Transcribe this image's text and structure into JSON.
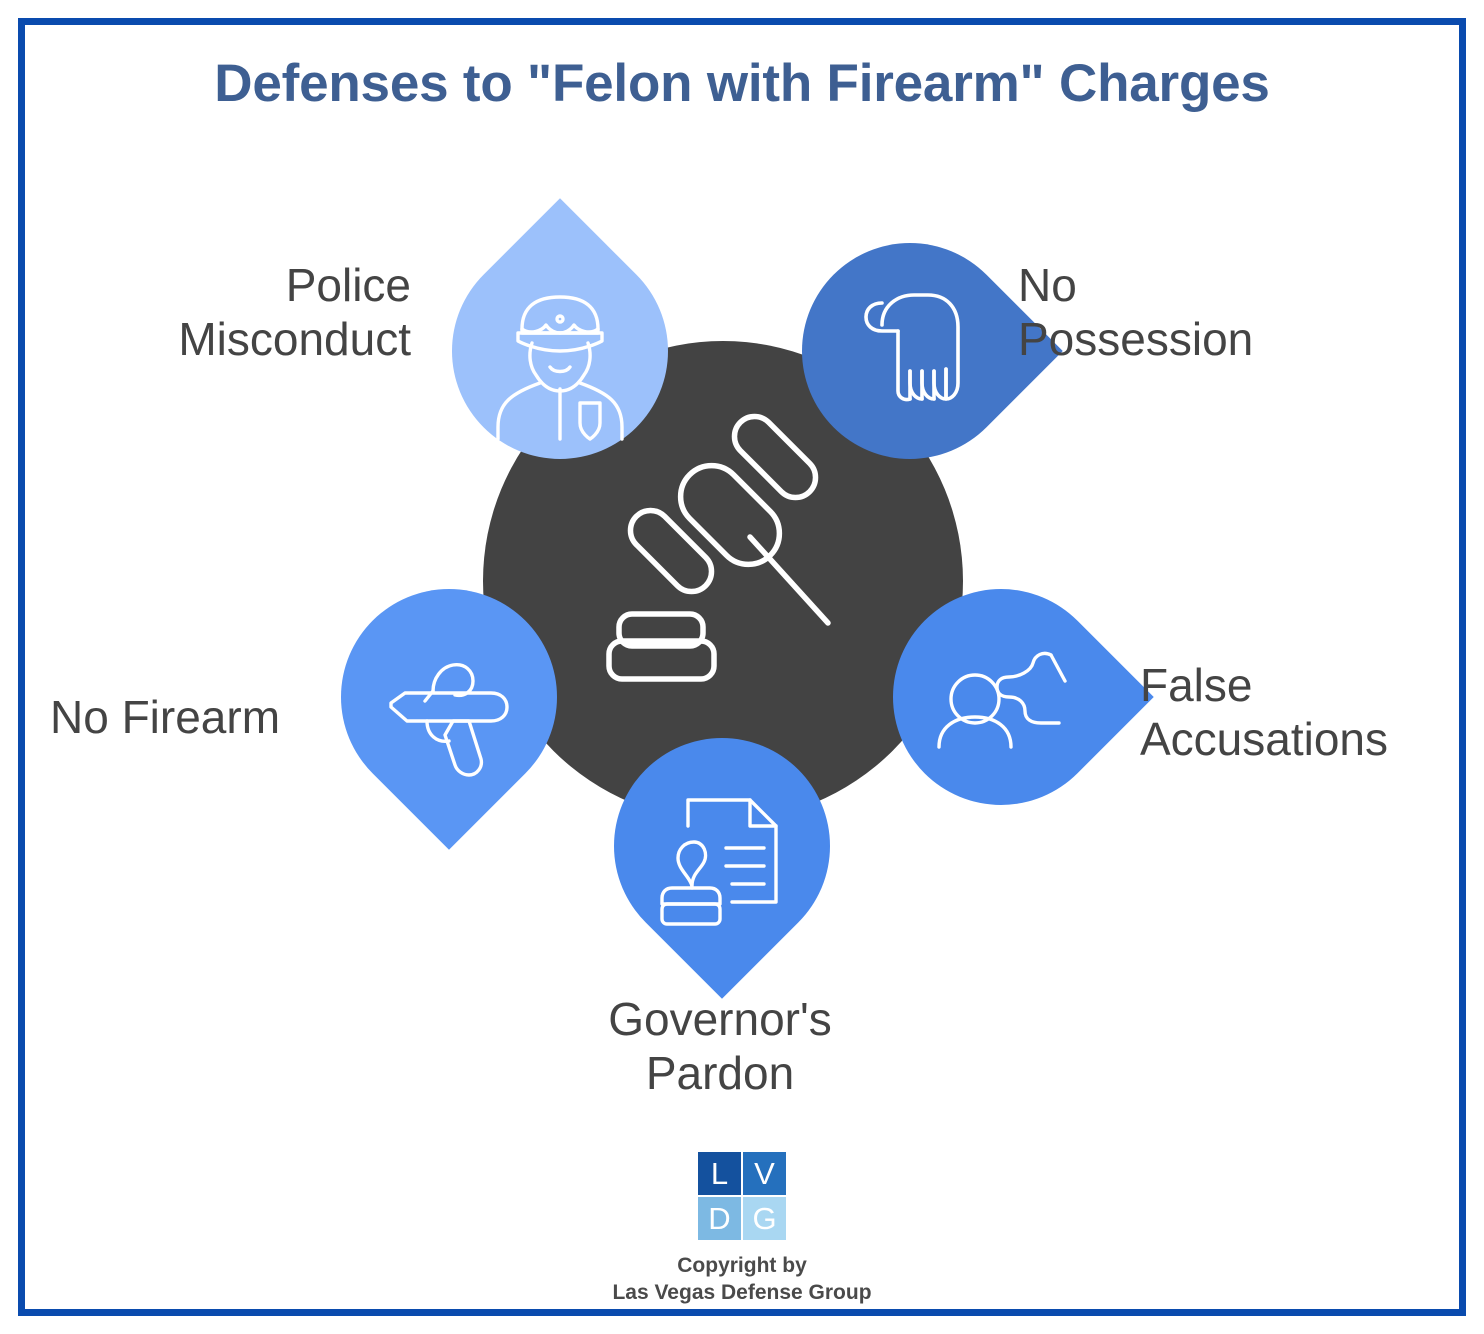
{
  "document": {
    "title": "Defenses to \"Felon with Firearm\" Charges",
    "border_color": "#0a4bae",
    "title_color": "#3e5f92",
    "background_color": "#ffffff"
  },
  "diagram": {
    "type": "radial-petal-hub",
    "hub": {
      "label": "",
      "icon": "gavel-icon",
      "color": "#434343",
      "icon_color": "#ffffff"
    },
    "petals": [
      {
        "id": "police-misconduct",
        "label": "Police\nMisconduct",
        "icon": "police-officer-icon",
        "color": "#9cc1fb",
        "position": "top-left",
        "label_align": "right"
      },
      {
        "id": "no-possession",
        "label": "No\nPossession",
        "icon": "fist-hand-icon",
        "color": "#4376c8",
        "position": "top-right",
        "label_align": "left"
      },
      {
        "id": "no-firearm",
        "label": "No Firearm",
        "icon": "handgun-icon",
        "color": "#5a96f4",
        "position": "left",
        "label_align": "left"
      },
      {
        "id": "false-accusations",
        "label": "False\nAccusations",
        "icon": "person-pointing-finger-icon",
        "color": "#4a89ec",
        "position": "right",
        "label_align": "left"
      },
      {
        "id": "governors-pardon",
        "label": "Governor's\nPardon",
        "icon": "stamped-document-icon",
        "color": "#4a89ec",
        "position": "bottom",
        "label_align": "center"
      }
    ]
  },
  "logo": {
    "cells": [
      {
        "letter": "L",
        "color": "#14519e"
      },
      {
        "letter": "V",
        "color": "#2570bd"
      },
      {
        "letter": "D",
        "color": "#7db9e3"
      },
      {
        "letter": "G",
        "color": "#a9d7f2"
      }
    ],
    "copyright": "Copyright by\nLas Vegas Defense Group"
  }
}
